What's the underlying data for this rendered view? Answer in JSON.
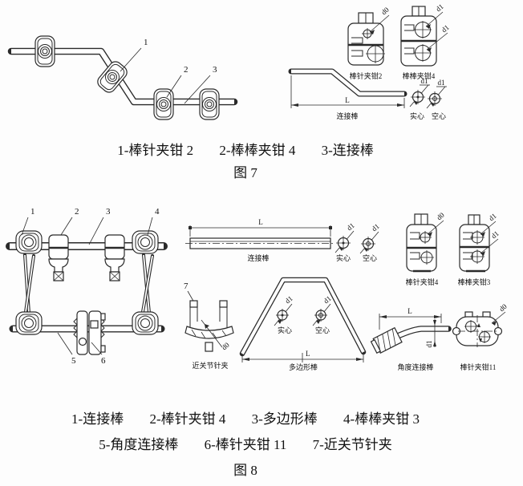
{
  "colors": {
    "background": "#fdfdfd",
    "ink": "#2a2a2a"
  },
  "fig7": {
    "assembly": {
      "part_numbers": [
        "1",
        "2",
        "3"
      ]
    },
    "details": {
      "clamp_pin": {
        "label": "棒针夹钳2",
        "dia_label": "d0"
      },
      "clamp_rod": {
        "label": "棒棒夹钳4",
        "dia_label_1": "d1",
        "dia_label_2": "d1"
      },
      "rod": {
        "label": "连接棒",
        "length_label": "L"
      },
      "sections": {
        "solid_label": "实心",
        "hollow_label": "空心",
        "dia_label_1": "d1",
        "dia_label_2": "d1"
      }
    },
    "caption": {
      "items": [
        "1-棒针夹钳 2",
        "2-棒棒夹钳 4",
        "3-连接棒"
      ]
    },
    "fig_label": "图 7"
  },
  "fig8": {
    "assembly": {
      "part_numbers": [
        "1",
        "2",
        "3",
        "4",
        "5",
        "6"
      ]
    },
    "details": {
      "rod": {
        "label": "连接棒",
        "length_label": "L"
      },
      "sections": {
        "solid_label": "实心",
        "hollow_label": "空心",
        "dia_label_1": "d1",
        "dia_label_2": "d1"
      },
      "clamp_pin4": {
        "label": "棒针夹钳4",
        "dia_label": "d0"
      },
      "clamp_rod3": {
        "label": "棒棒夹钳3",
        "dia_label_1": "d1",
        "dia_label_2": "d1"
      },
      "joint_clamp": {
        "label": "近关节针夹",
        "part_number": "7",
        "dia_label": "d0"
      },
      "polygon_rod": {
        "label": "多边形棒",
        "length_label": "L",
        "solid_label": "实心",
        "hollow_label": "空心",
        "dia_label_1": "d1",
        "dia_label_2": "d1"
      },
      "angle_rod": {
        "label": "角度连接棒",
        "length_label": "L",
        "dia_label": "d1"
      },
      "clamp_pin11": {
        "label": "棒针夹钳11",
        "dia_label": "d0"
      }
    },
    "caption": {
      "line1_items": [
        "1-连接棒",
        "2-棒针夹钳 4",
        "3-多边形棒",
        "4-棒棒夹钳 3"
      ],
      "line2_items": [
        "5-角度连接棒",
        "6-棒针夹钳 11",
        "7-近关节针夹"
      ]
    },
    "fig_label": "图 8"
  }
}
